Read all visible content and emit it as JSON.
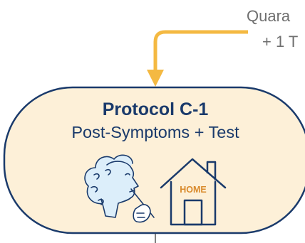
{
  "diagram": {
    "incoming_label_line1": "Quara",
    "incoming_label_line2": "+ 1 T",
    "node": {
      "title": "Protocol C-1",
      "subtitle": "Post-Symptoms + Test",
      "house_sign": "HOME"
    },
    "colors": {
      "node_fill": "#fdf0d8",
      "node_stroke": "#1a3a6b",
      "arrow": "#f4b942",
      "text": "#1a3a6b",
      "label_text": "#6f6f6f",
      "face_fill": "#dceefa",
      "house_sign_text": "#d98a2b"
    },
    "icons": [
      "person-swab-icon",
      "house-icon"
    ]
  }
}
